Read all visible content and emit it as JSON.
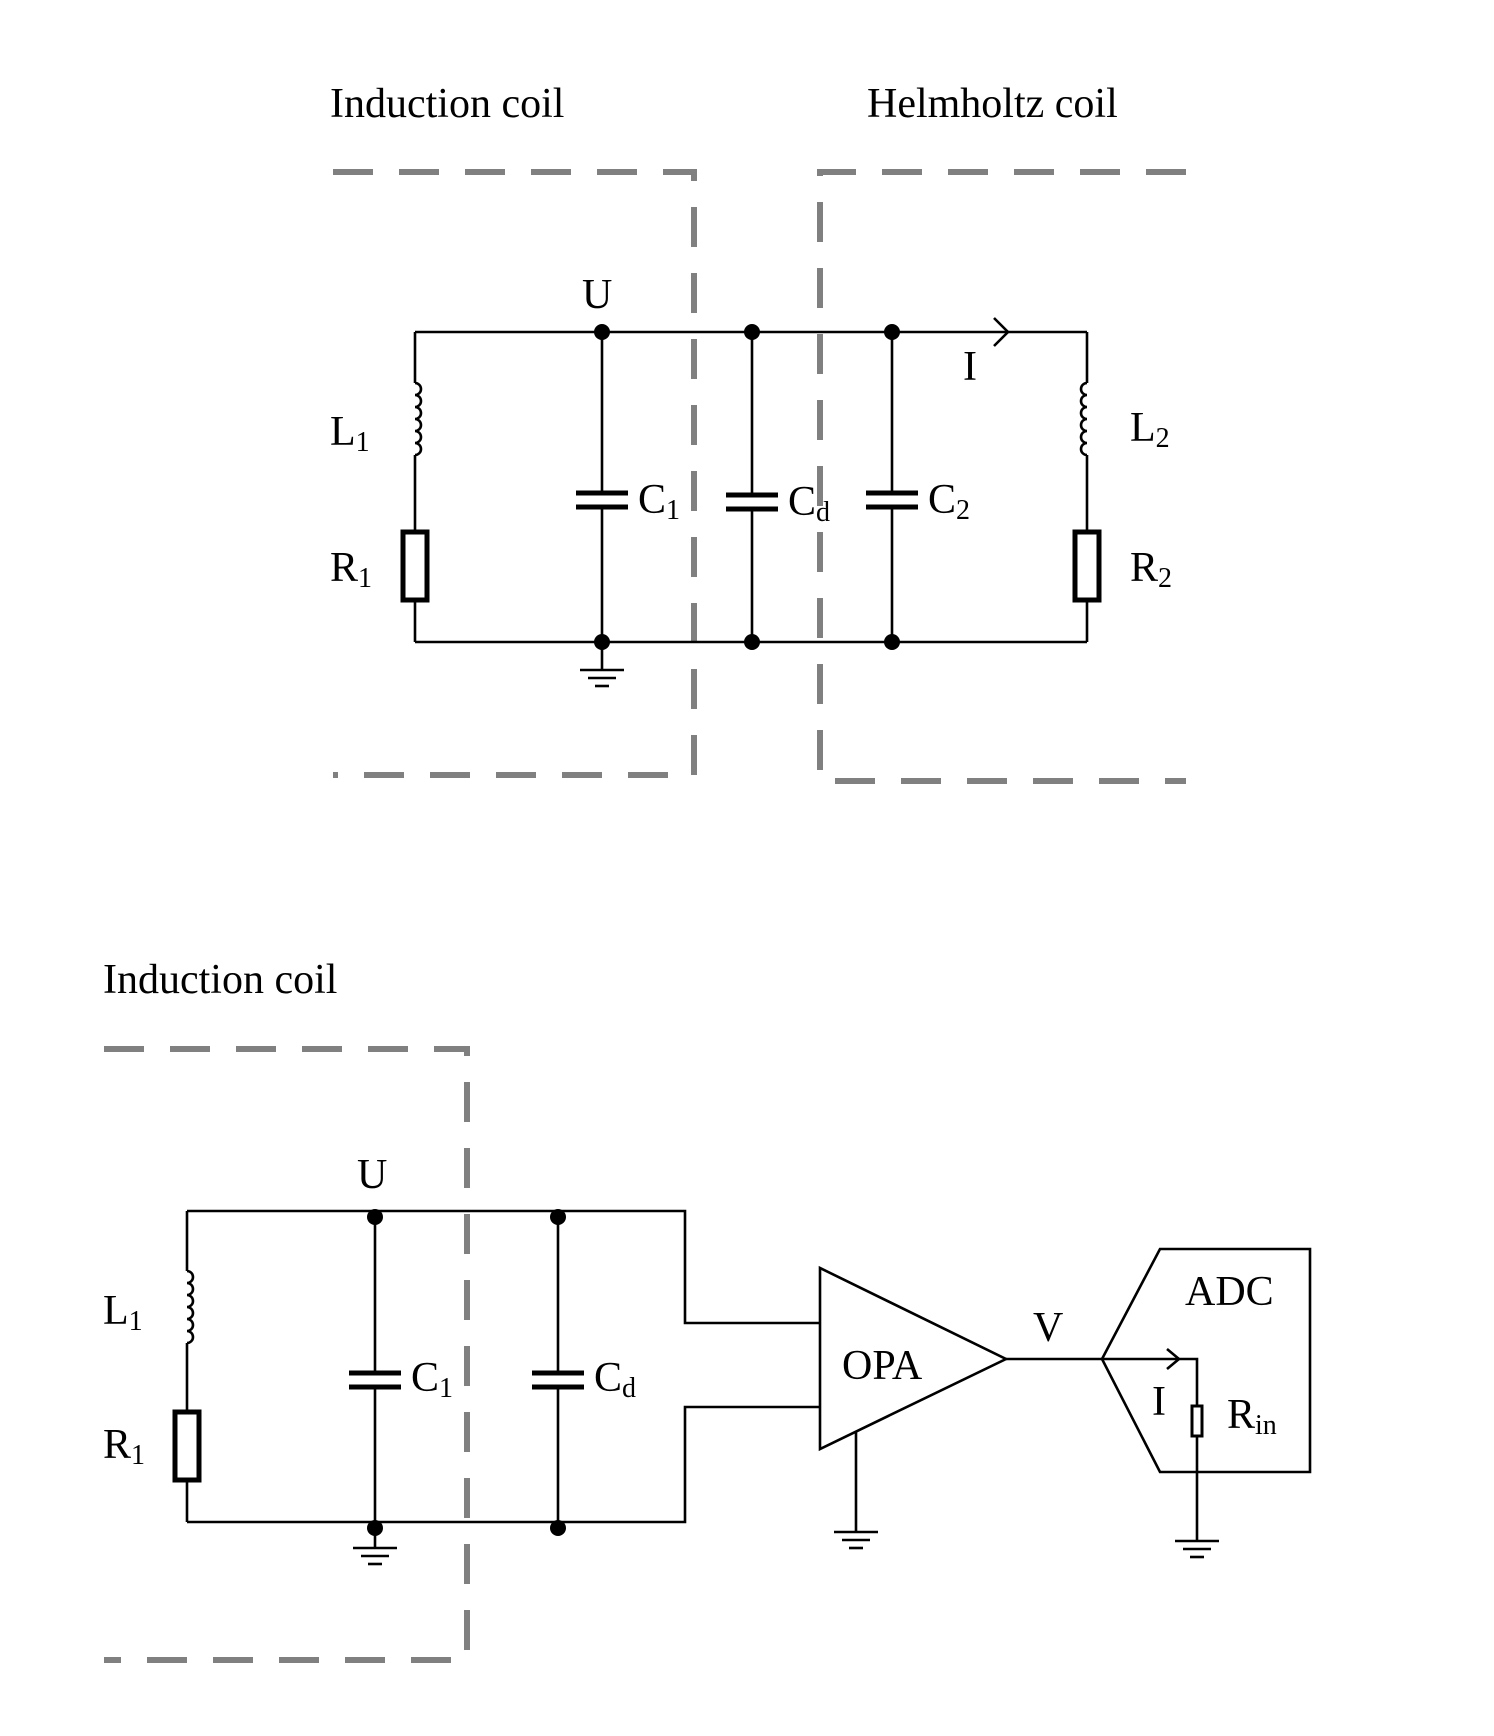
{
  "top": {
    "box_left_title": "Induction coil",
    "box_right_title": "Helmholtz coil",
    "node_u": "U",
    "current": "I",
    "l1": {
      "main": "L",
      "sub": "1"
    },
    "r1": {
      "main": "R",
      "sub": "1"
    },
    "c1": {
      "main": "C",
      "sub": "1"
    },
    "cd": {
      "main": "C",
      "sub": "d"
    },
    "c2": {
      "main": "C",
      "sub": "2"
    },
    "l2": {
      "main": "L",
      "sub": "2"
    },
    "r2": {
      "main": "R",
      "sub": "2"
    }
  },
  "bottom": {
    "box_title": "Induction coil",
    "node_u": "U",
    "l1": {
      "main": "L",
      "sub": "1"
    },
    "r1": {
      "main": "R",
      "sub": "1"
    },
    "c1": {
      "main": "C",
      "sub": "1"
    },
    "cd": {
      "main": "C",
      "sub": "d"
    },
    "amp": "OPA",
    "v": "V",
    "adc": "ADC",
    "current": "I",
    "rin": {
      "main": "R",
      "sub": "in"
    }
  }
}
